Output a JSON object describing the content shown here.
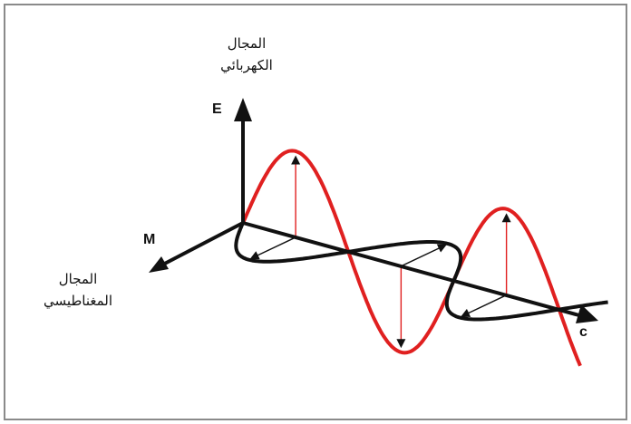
{
  "labels": {
    "electric_field": [
      "المجال",
      "الكهربائي"
    ],
    "magnetic_field": [
      "المجال",
      "المغناطيسي"
    ],
    "e_axis": "E",
    "m_axis": "M",
    "c_axis": "c"
  },
  "colors": {
    "electric_wave": "#e02020",
    "magnetic_wave": "#111111",
    "axes": "#111111",
    "frame_border": "#8a8a8a",
    "background": "#ffffff"
  }
}
